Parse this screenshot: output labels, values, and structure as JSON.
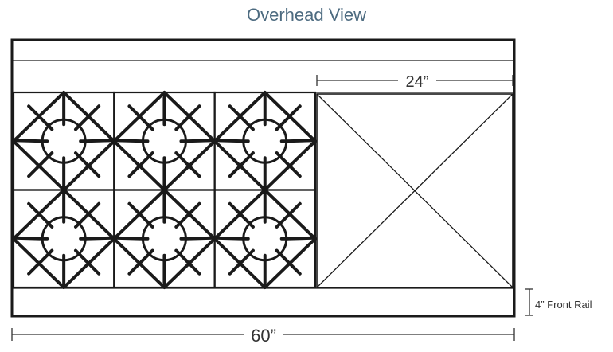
{
  "title": "Overhead View",
  "dimensions": {
    "griddle_width": "24”",
    "total_width": "60”",
    "front_rail": "4” Front Rail"
  },
  "burners": {
    "rows": 2,
    "columns": 3
  },
  "colors": {
    "title": "#4d6b80",
    "line": "#1a1a1a",
    "dimension": "#333333"
  }
}
